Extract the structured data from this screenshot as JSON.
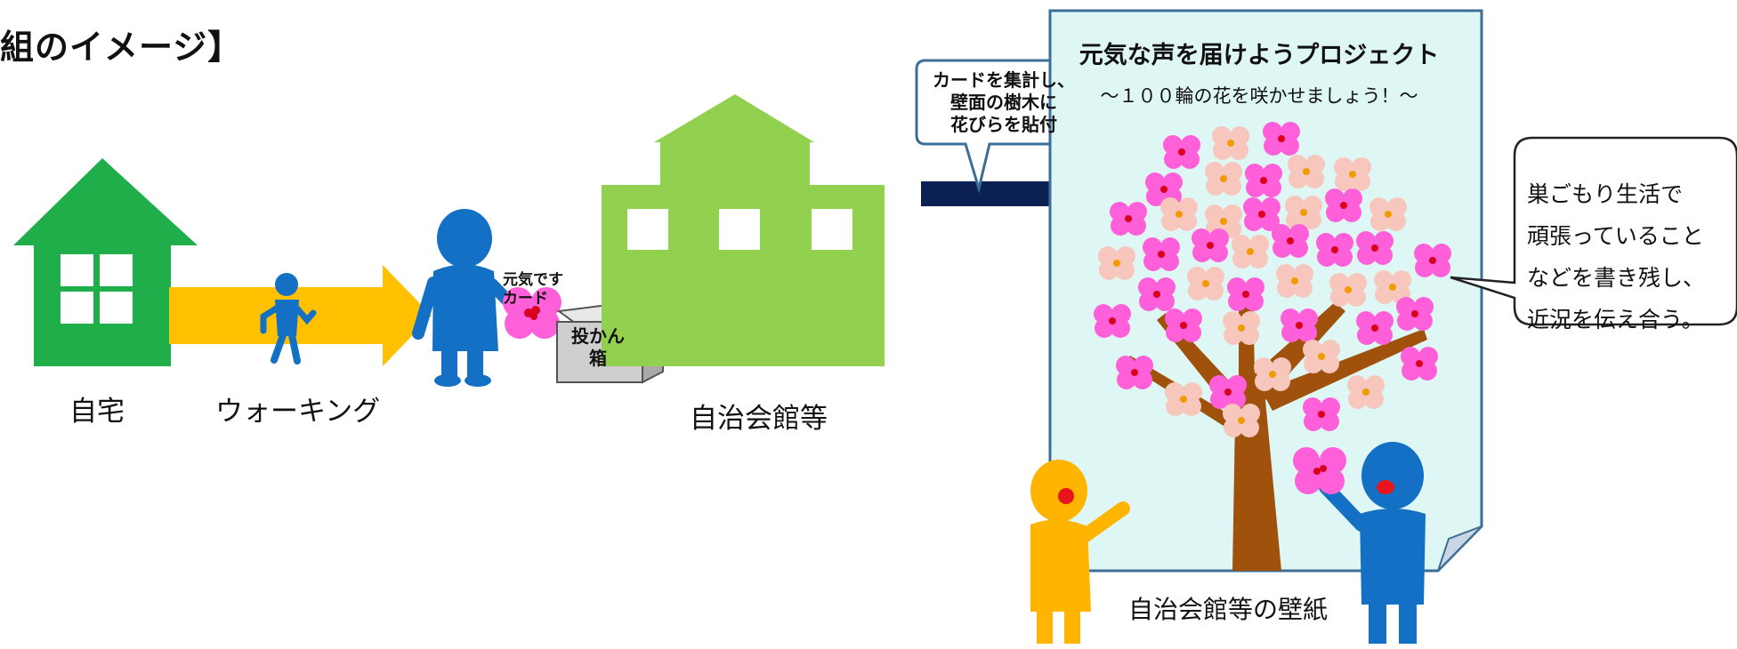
{
  "heading": "組のイメージ】",
  "labels": {
    "home": "自宅",
    "walking": "ウォーキング",
    "hall": "自治会館等",
    "wall": "自治会館等の壁紙"
  },
  "card_label": [
    "元気です",
    "カード"
  ],
  "box_label": [
    "投かん",
    "箱"
  ],
  "collect_bubble": [
    "カードを集計し、",
    "壁面の樹木に",
    "花びらを貼付"
  ],
  "poster": {
    "title": "元気な声を届けようプロジェクト",
    "subtitle": "～１００輪の花を咲かせましょう！～"
  },
  "speech_bubble": [
    "巣ごもり生活で",
    "頑張っていること",
    "などを書き残し、",
    "近況を伝え合う。"
  ],
  "colors": {
    "house_green": "#1fae4a",
    "hall_green": "#92d050",
    "arrow_yellow": "#ffc000",
    "arrow_navy": "#0b2154",
    "person_blue": "#1470c4",
    "person_yellow": "#ffb400",
    "poster_bg": "#dff7f4",
    "poster_border": "#3c6e96",
    "trunk": "#a0520d",
    "flower_pink": "#ff5fd8",
    "flower_peach": "#f7c7be"
  }
}
